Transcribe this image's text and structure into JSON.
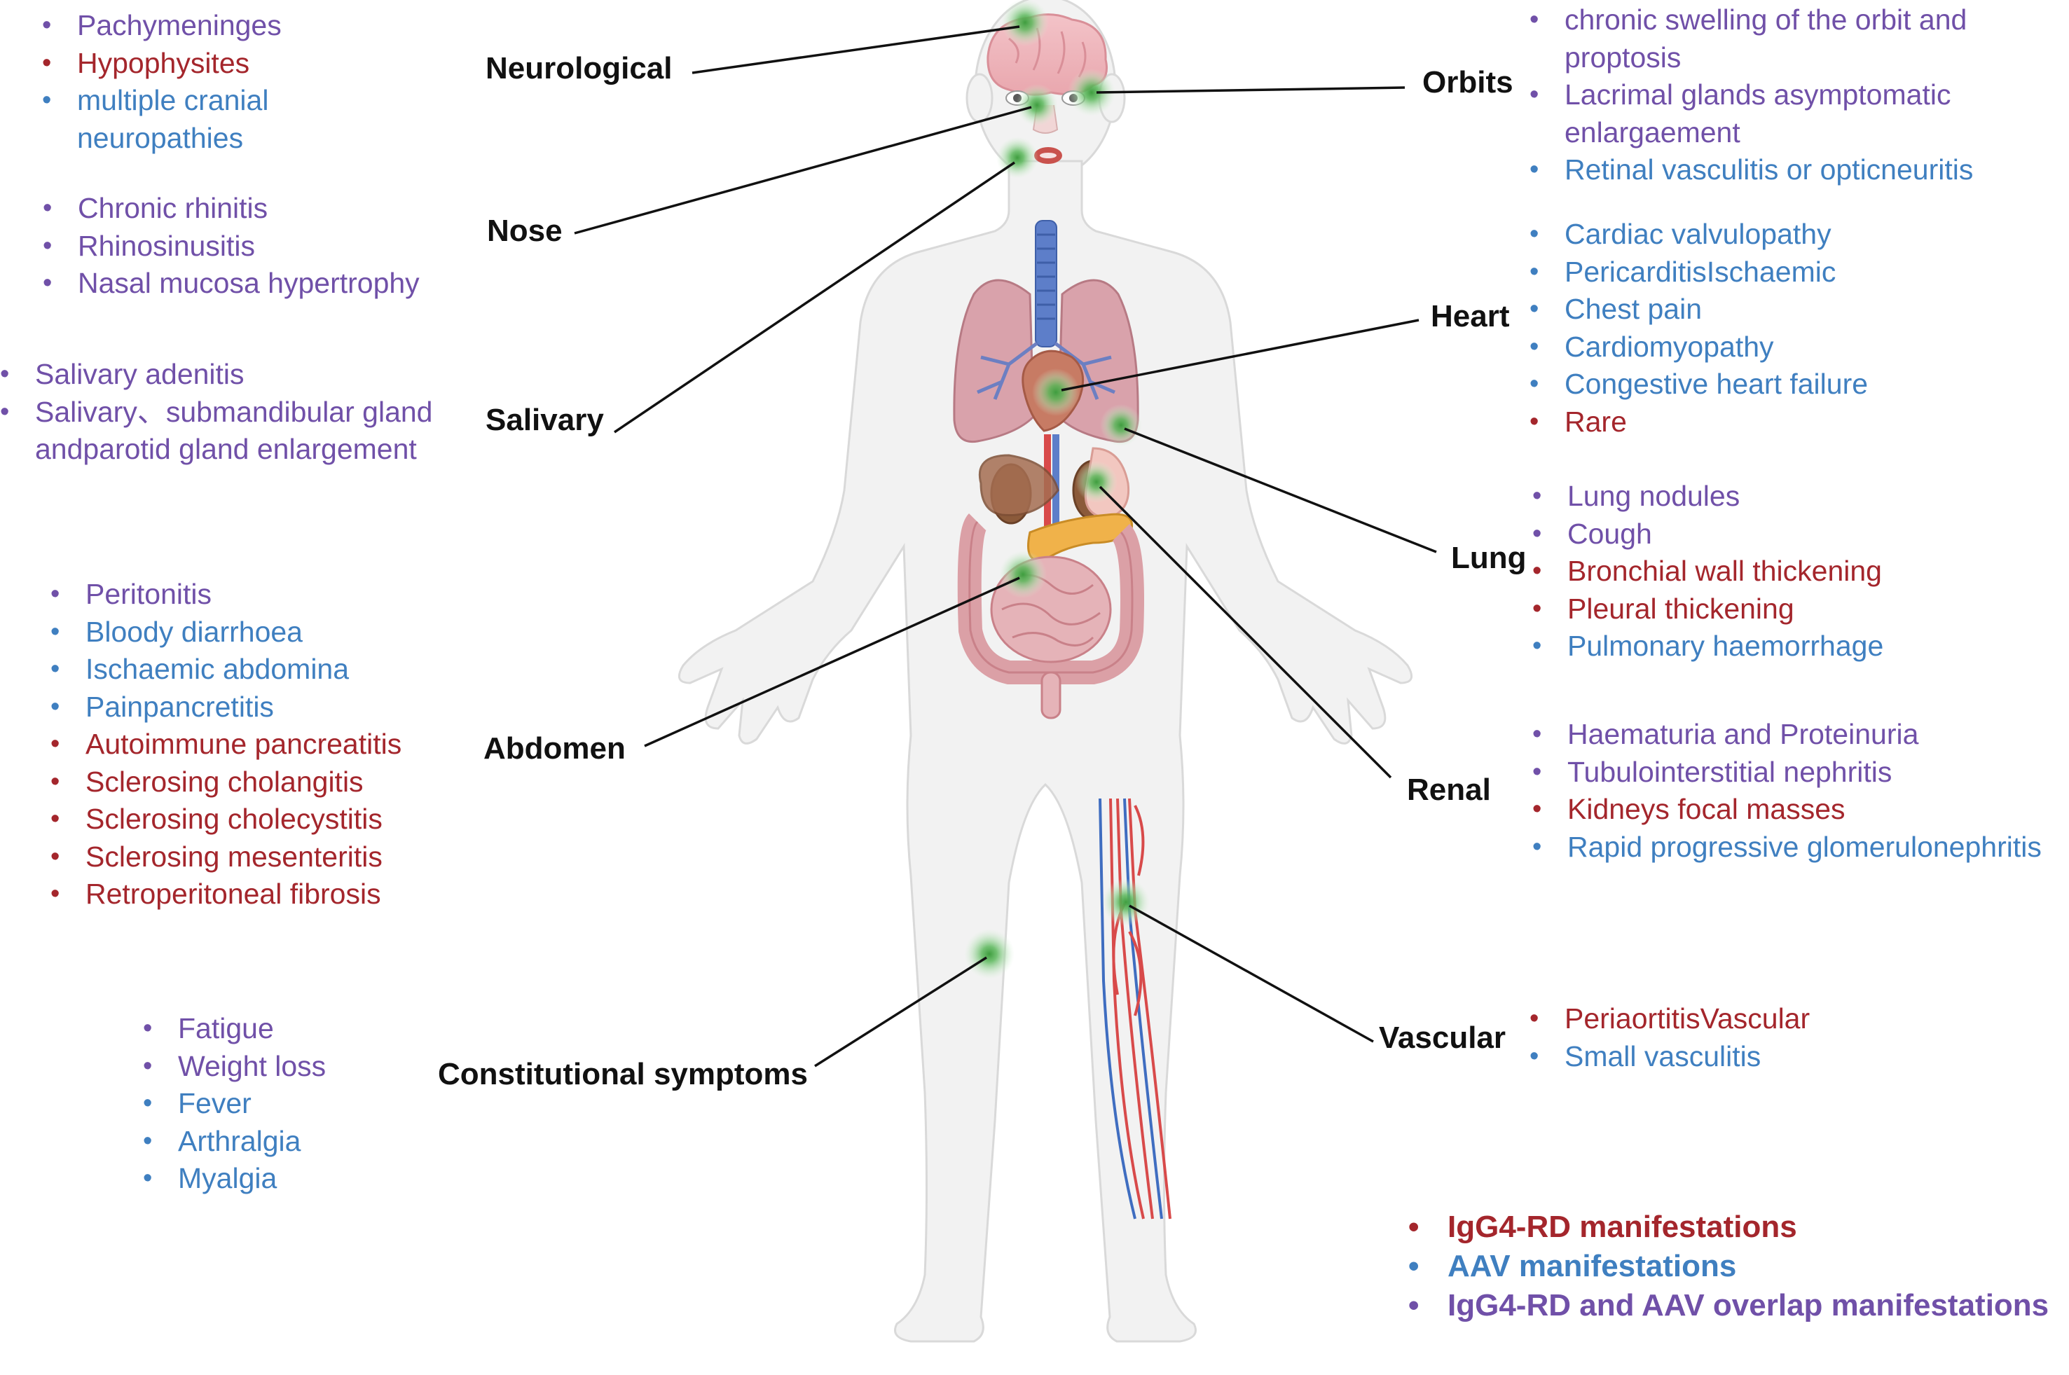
{
  "colors": {
    "igg4": "#a4262c",
    "aav": "#3f7fc0",
    "overlap": "#7050a8"
  },
  "sites": [
    {
      "id": "neurological",
      "label": "Neurological",
      "items": [
        {
          "text": "Pachymeninges",
          "type": "overlap"
        },
        {
          "text": "Hypophysites",
          "type": "igg4"
        },
        {
          "text": "multiple cranial neuropathies",
          "type": "aav"
        }
      ]
    },
    {
      "id": "nose",
      "label": "Nose",
      "items": [
        {
          "text": "Chronic rhinitis",
          "type": "overlap"
        },
        {
          "text": "Rhinosinusitis",
          "type": "overlap"
        },
        {
          "text": "Nasal mucosa hypertrophy",
          "type": "overlap"
        }
      ]
    },
    {
      "id": "salivary",
      "label": "Salivary",
      "items": [
        {
          "text": "Salivary adenitis",
          "type": "overlap"
        },
        {
          "text": "Salivary、submandibular gland andparotid gland enlargement",
          "type": "overlap"
        }
      ]
    },
    {
      "id": "abdomen",
      "label": "Abdomen",
      "items": [
        {
          "text": "Peritonitis",
          "type": "overlap"
        },
        {
          "text": "Bloody diarrhoea",
          "type": "aav"
        },
        {
          "text": "Ischaemic abdomina",
          "type": "aav"
        },
        {
          "text": "Painpancretitis",
          "type": "aav"
        },
        {
          "text": "Autoimmune pancreatitis",
          "type": "igg4"
        },
        {
          "text": "Sclerosing cholangitis",
          "type": "igg4"
        },
        {
          "text": "Sclerosing cholecystitis",
          "type": "igg4"
        },
        {
          "text": "Sclerosing mesenteritis",
          "type": "igg4"
        },
        {
          "text": "Retroperitoneal fibrosis",
          "type": "igg4"
        }
      ]
    },
    {
      "id": "constitutional",
      "label": "Constitutional symptoms",
      "items": [
        {
          "text": "Fatigue",
          "type": "overlap"
        },
        {
          "text": "Weight loss",
          "type": "overlap"
        },
        {
          "text": "Fever",
          "type": "aav"
        },
        {
          "text": "Arthralgia",
          "type": "aav"
        },
        {
          "text": "Myalgia",
          "type": "aav"
        }
      ]
    },
    {
      "id": "orbits",
      "label": "Orbits",
      "items": [
        {
          "text": "chronic swelling of the orbit and proptosis",
          "type": "overlap"
        },
        {
          "text": "Lacrimal glands asymptomatic enlargaement",
          "type": "overlap"
        },
        {
          "text": "Retinal vasculitis or opticneuritis",
          "type": "aav"
        }
      ]
    },
    {
      "id": "heart",
      "label": "Heart",
      "items": [
        {
          "text": "Cardiac valvulopathy",
          "type": "aav"
        },
        {
          "text": "PericarditisIschaemic",
          "type": "aav"
        },
        {
          "text": "Chest pain",
          "type": "aav"
        },
        {
          "text": "Cardiomyopathy",
          "type": "aav"
        },
        {
          "text": "Congestive heart failure",
          "type": "aav"
        },
        {
          "text": "Rare",
          "type": "igg4"
        }
      ]
    },
    {
      "id": "lung",
      "label": "Lung",
      "items": [
        {
          "text": "Lung nodules",
          "type": "overlap"
        },
        {
          "text": "Cough",
          "type": "overlap"
        },
        {
          "text": "Bronchial wall thickening",
          "type": "igg4"
        },
        {
          "text": "Pleural thickening",
          "type": "igg4"
        },
        {
          "text": "Pulmonary haemorrhage",
          "type": "aav"
        }
      ]
    },
    {
      "id": "renal",
      "label": "Renal",
      "items": [
        {
          "text": "Haematuria and Proteinuria",
          "type": "overlap"
        },
        {
          "text": "Tubulointerstitial nephritis",
          "type": "overlap"
        },
        {
          "text": "Kidneys focal masses",
          "type": "igg4"
        },
        {
          "text": "Rapid progressive glomerulonephritis",
          "type": "aav"
        }
      ]
    },
    {
      "id": "vascular",
      "label": "Vascular",
      "items": [
        {
          "text": "PeriaortitisVascular",
          "type": "igg4"
        },
        {
          "text": "Small vasculitis",
          "type": "aav"
        }
      ]
    }
  ],
  "legend": [
    {
      "text": "IgG4-RD manifestations",
      "type": "igg4"
    },
    {
      "text": "AAV manifestations",
      "type": "aav"
    },
    {
      "text": "IgG4-RD and AAV overlap manifestations",
      "type": "overlap"
    }
  ]
}
